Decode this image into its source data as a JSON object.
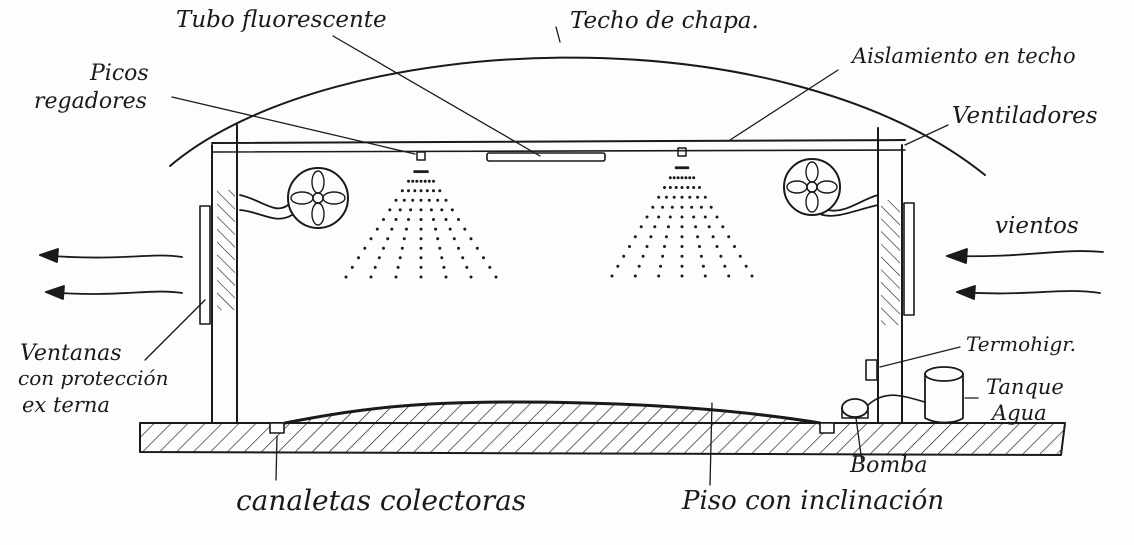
{
  "labels": {
    "tubo": "Tubo fluorescente",
    "techo": "Techo de chapa.",
    "aislamiento": "Aislamiento en techo",
    "picos_1": "Picos",
    "picos_2": "regadores",
    "ventiladores": "Ventiladores",
    "vientos": "vientos",
    "ventanas_1": "Ventanas",
    "ventanas_2": "con protección",
    "ventanas_3": "ex terna",
    "termohigr": "Termohigr.",
    "tanque_1": "Tanque",
    "tanque_2": "Agua",
    "bomba": "Bomba",
    "canaletas": "canaletas colectoras",
    "piso": "Piso con inclinación"
  },
  "colors": {
    "ink": "#1a1a1a",
    "paper": "#fdfdfb"
  }
}
